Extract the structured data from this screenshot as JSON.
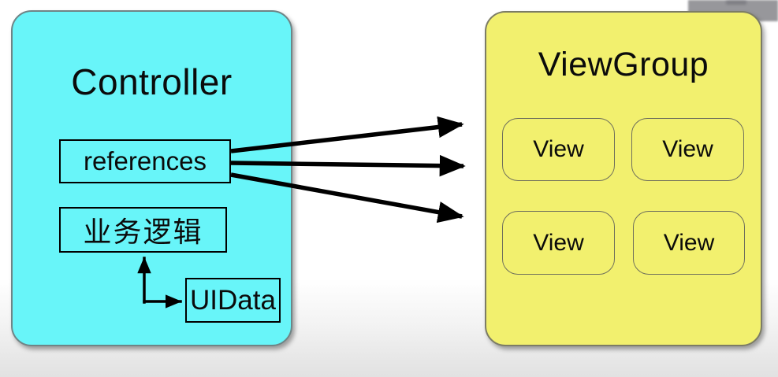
{
  "diagram": {
    "controller": {
      "title": "Controller",
      "references_label": "references",
      "business_logic_label": "业务逻辑",
      "ui_data_label": "UIData"
    },
    "view_group": {
      "title": "ViewGroup",
      "views": [
        {
          "label": "View"
        },
        {
          "label": "View"
        },
        {
          "label": "View"
        },
        {
          "label": "View"
        }
      ]
    },
    "connections": [
      {
        "from": "references",
        "to": "ViewGroup",
        "style": "straight-arrow",
        "count": 3
      },
      {
        "from": "业务逻辑",
        "to": "UIData",
        "style": "elbow-arrow",
        "bidirectional": true
      }
    ],
    "colors": {
      "controller_fill": "#68F5F9",
      "view_group_fill": "#F2F06E",
      "arrow": "#000000",
      "overlay_gray": "#97979B"
    }
  }
}
